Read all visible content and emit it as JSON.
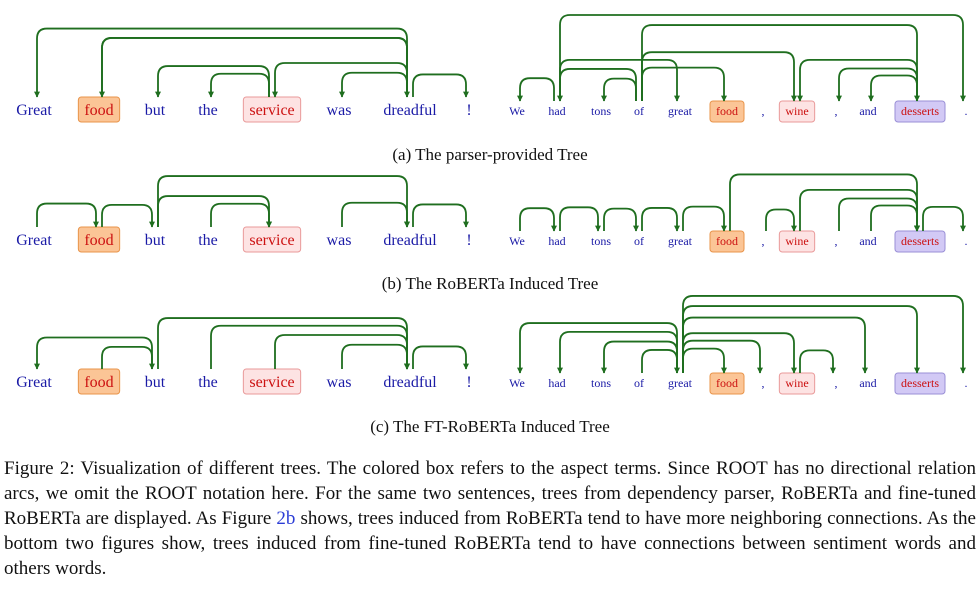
{
  "colors": {
    "word": "#1a1aa6",
    "aspect_word": "#cc1111",
    "arc": "#1f6e1f",
    "box_orange_fill": "#fbc596",
    "box_orange_stroke": "#e8944a",
    "box_pink_fill": "#fde3e3",
    "box_pink_stroke": "#e99a9a",
    "box_purple_fill": "#d2c9f5",
    "box_purple_stroke": "#9a8fd6"
  },
  "sentence_a": {
    "tokens": [
      "Great",
      "food",
      "but",
      "the",
      "service",
      "was",
      "dreadful",
      "!"
    ],
    "boxes": {
      "1": "orange",
      "4": "pink"
    }
  },
  "sentence_b": {
    "tokens": [
      "We",
      "had",
      "tons",
      "of",
      "great",
      "food",
      ",",
      "wine",
      ",",
      "and",
      "desserts",
      "."
    ],
    "boxes": {
      "5": "orange",
      "7": "pink",
      "10": "purple"
    }
  },
  "trees": [
    {
      "id": "a",
      "label": "(a) The parser-provided Tree",
      "arcs_a": [
        [
          6,
          0
        ],
        [
          6,
          1
        ],
        [
          1,
          6
        ],
        [
          4,
          2
        ],
        [
          4,
          3
        ],
        [
          6,
          4
        ],
        [
          6,
          5
        ],
        [
          6,
          7
        ]
      ],
      "arcs_b": [
        [
          1,
          0
        ],
        [
          3,
          1
        ],
        [
          3,
          2
        ],
        [
          1,
          4
        ],
        [
          3,
          5
        ],
        [
          3,
          7
        ],
        [
          3,
          10
        ],
        [
          10,
          7
        ],
        [
          10,
          8
        ],
        [
          10,
          9
        ],
        [
          1,
          11
        ]
      ]
    },
    {
      "id": "b",
      "label": "(b) The RoBERTa Induced Tree",
      "arcs_a": [
        [
          0,
          1
        ],
        [
          1,
          2
        ],
        [
          2,
          4
        ],
        [
          2,
          6
        ],
        [
          3,
          4
        ],
        [
          5,
          6
        ],
        [
          6,
          7
        ]
      ],
      "arcs_b": [
        [
          0,
          1
        ],
        [
          1,
          2
        ],
        [
          2,
          3
        ],
        [
          3,
          4
        ],
        [
          4,
          5
        ],
        [
          5,
          10
        ],
        [
          6,
          7
        ],
        [
          7,
          10
        ],
        [
          8,
          10
        ],
        [
          9,
          10
        ],
        [
          10,
          11
        ]
      ]
    },
    {
      "id": "c",
      "label": "(c) The FT-RoBERTa Induced Tree",
      "arcs_a": [
        [
          2,
          0
        ],
        [
          1,
          2
        ],
        [
          2,
          6
        ],
        [
          4,
          6
        ],
        [
          3,
          6
        ],
        [
          5,
          6
        ],
        [
          6,
          7
        ]
      ],
      "arcs_b": [
        [
          4,
          0
        ],
        [
          4,
          1
        ],
        [
          4,
          2
        ],
        [
          3,
          4
        ],
        [
          4,
          5
        ],
        [
          4,
          6
        ],
        [
          4,
          7
        ],
        [
          7,
          8
        ],
        [
          4,
          9
        ],
        [
          4,
          10
        ],
        [
          4,
          11
        ]
      ]
    }
  ],
  "caption": {
    "before_ref": "Figure 2: Visualization of different trees. The colored box refers to the aspect terms. Since ROOT has no directional relation arcs, we omit the ROOT notation here. For the same two sentences, trees from dependency parser, RoBERTa and fine-tuned RoBERTa are displayed. As Figure ",
    "ref": "2b",
    "after_ref": " shows, trees induced from RoBERTa tend to have more neighboring connections. As the bottom two figures show, trees induced from fine-tuned RoBERTa tend to have connections between sentiment words and others words."
  }
}
